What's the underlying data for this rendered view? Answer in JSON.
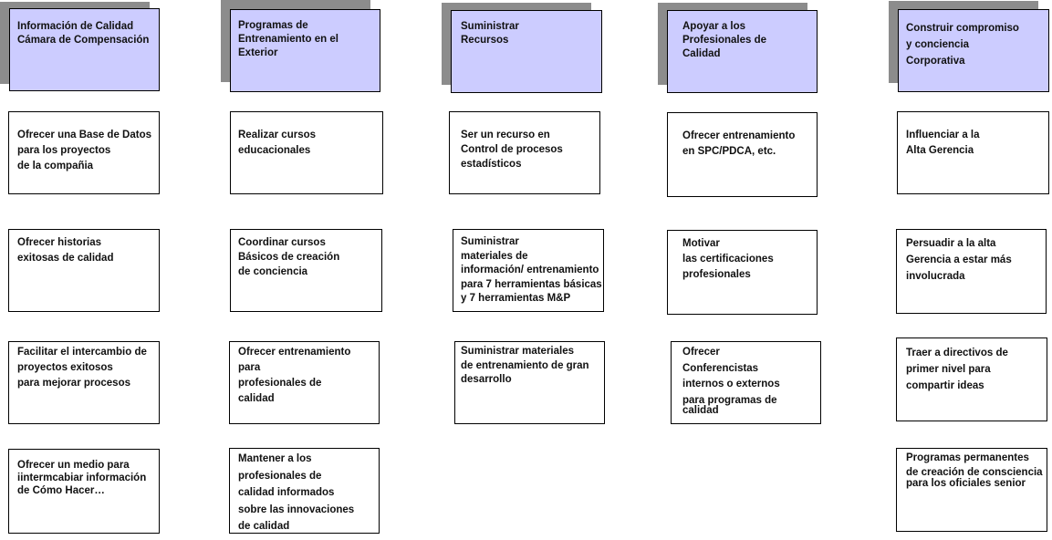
{
  "colors": {
    "header_fill": "#ccccff",
    "shadow": "#8c8c8c",
    "border": "#000000"
  },
  "columns": [
    {
      "header": [
        "Información de Calidad",
        "Cámara de Compensación"
      ],
      "items": [
        [
          "Ofrecer una Base de Datos",
          "para los  proyectos",
          "de la compañia"
        ],
        [
          "Ofrecer historias",
          "exitosas de calidad"
        ],
        [
          "Facilitar el intercambio de",
          "proyectos exitosos",
          "para mejorar procesos"
        ],
        [
          "Ofrecer un medio para",
          "iintermcabiar información",
          "de Cómo Hacer…"
        ]
      ]
    },
    {
      "header": [
        "Programas de",
        "Entrenamiento en el",
        "Exterior"
      ],
      "items": [
        [
          "Realizar cursos",
          "educacionales"
        ],
        [
          "Coordinar cursos",
          "Básicos de creación",
          "de conciencia"
        ],
        [
          "Ofrecer entrenamiento",
          "para",
          "profesionales de",
          "calidad"
        ],
        [
          "Mantener a los",
          "profesionales de",
          "calidad informados",
          "sobre las innovaciones",
          "de calidad"
        ]
      ]
    },
    {
      "header": [
        "Suministrar",
        "Recursos"
      ],
      "items": [
        [
          "Ser un recurso en",
          "Control de procesos",
          "estadísticos"
        ],
        [
          "Suministrar",
          "materiales de",
          "información/ entrenamiento",
          "para 7 herramientas básicas",
          " y 7 herramientas   M&P"
        ],
        [
          "Suministrar materiales",
          "de entrenamiento de gran",
          "desarrollo"
        ]
      ]
    },
    {
      "header": [
        "Apoyar  a los",
        "Profesionales de",
        "Calidad"
      ],
      "items": [
        [
          "Ofrecer entrenamiento",
          "en SPC/PDCA, etc."
        ],
        [
          "Motivar",
          "las certificaciones",
          "profesionales"
        ],
        [
          "Ofrecer",
          "Conferencistas",
          "internos o externos",
          "para  programas de",
          "calidad"
        ]
      ]
    },
    {
      "header": [
        "Construir compromiso",
        "y conciencia",
        "Corporativa"
      ],
      "items": [
        [
          "Influenciar a la",
          "Alta Gerencia"
        ],
        [
          "Persuadir a la alta",
          "Gerencia a estar más",
          "involucrada"
        ],
        [
          "Traer a directivos de",
          "primer nivel para",
          "compartir ideas"
        ],
        [
          "Programas permanentes",
          "de creación de consciencia",
          "para los oficiales senior"
        ]
      ]
    }
  ]
}
